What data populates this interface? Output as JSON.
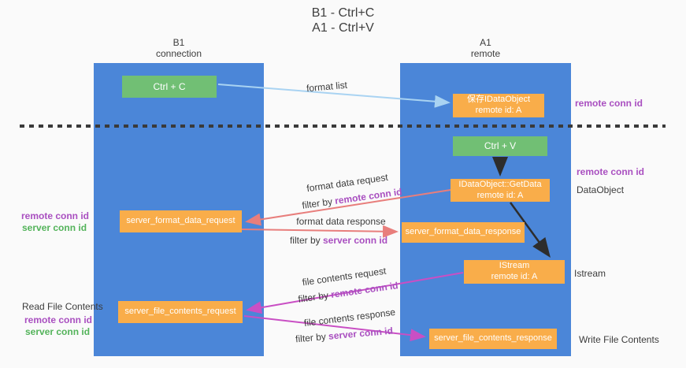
{
  "title": {
    "line1": "B1 - Ctrl+C",
    "line2": "A1 - Ctrl+V"
  },
  "columns": {
    "left": {
      "name": "B1",
      "role": "connection"
    },
    "right": {
      "name": "A1",
      "role": "remote"
    }
  },
  "boxes": {
    "ctrl_c": {
      "label": "Ctrl + C"
    },
    "save_idataobject": {
      "line1": "保存IDataObject",
      "line2": "remote id: A"
    },
    "ctrl_v": {
      "label": "Ctrl + V"
    },
    "getdata": {
      "line1": "IDataObject::GetData",
      "line2": "remote id: A"
    },
    "server_format_data_request": {
      "label": "server_format_data_request"
    },
    "server_format_data_response": {
      "label": "server_format_data_response"
    },
    "istream": {
      "line1": "IStream",
      "line2": "remote id: A"
    },
    "server_file_contents_request": {
      "label": "server_file_contents_request"
    },
    "server_file_contents_response": {
      "label": "server_file_contents_response"
    }
  },
  "flow_labels": {
    "format_list": "format list",
    "format_data_request": "format data request",
    "format_data_response": "format data response",
    "file_contents_request": "file contents request",
    "file_contents_response": "file contents response",
    "filter_by": "filter by ",
    "remote_conn_id": "remote conn id",
    "server_conn_id": "server conn id"
  },
  "side_labels": {
    "remote_conn_id": "remote conn id",
    "server_conn_id": "server conn id",
    "dataobject": "DataObject",
    "istream": "Istream",
    "read_file_contents": "Read File Contents",
    "write_file_contents": "Write File Contents"
  },
  "colors": {
    "column_blue": "#4b86d8",
    "box_green": "#71bf74",
    "box_orange": "#f9ad4a",
    "arrow_lightblue": "#a9d3f2",
    "arrow_red": "#e87e7c",
    "arrow_magenta": "#c94fc4",
    "arrow_black": "#2d2d2d",
    "text_purple": "#a94fc0",
    "text_green": "#53b35a",
    "text_dark": "#3c3c3c"
  }
}
